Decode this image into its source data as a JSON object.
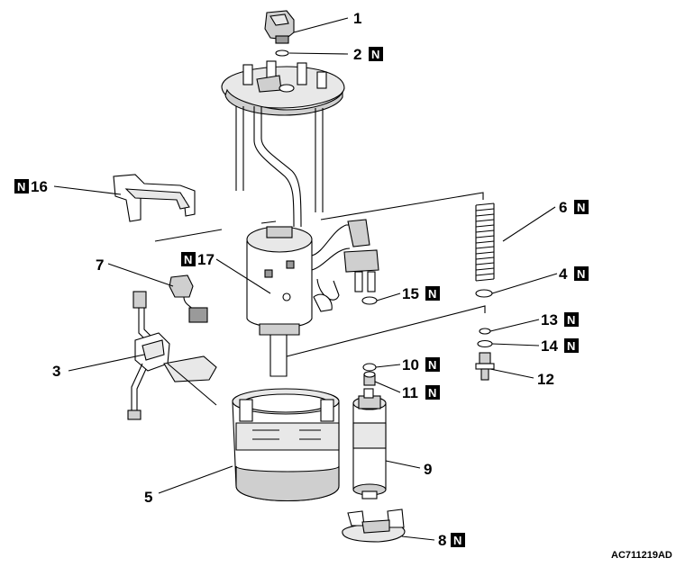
{
  "figure_id": "AC711219AD",
  "new_part_marker": "N",
  "callouts": [
    {
      "number": "1",
      "new": false
    },
    {
      "number": "2",
      "new": true
    },
    {
      "number": "3",
      "new": false
    },
    {
      "number": "4",
      "new": true
    },
    {
      "number": "5",
      "new": false
    },
    {
      "number": "6",
      "new": true
    },
    {
      "number": "7",
      "new": false
    },
    {
      "number": "8",
      "new": true
    },
    {
      "number": "9",
      "new": false
    },
    {
      "number": "10",
      "new": true
    },
    {
      "number": "11",
      "new": true
    },
    {
      "number": "12",
      "new": false
    },
    {
      "number": "13",
      "new": true
    },
    {
      "number": "14",
      "new": true
    },
    {
      "number": "15",
      "new": true
    },
    {
      "number": "16",
      "new": true
    },
    {
      "number": "17",
      "new": true
    }
  ]
}
